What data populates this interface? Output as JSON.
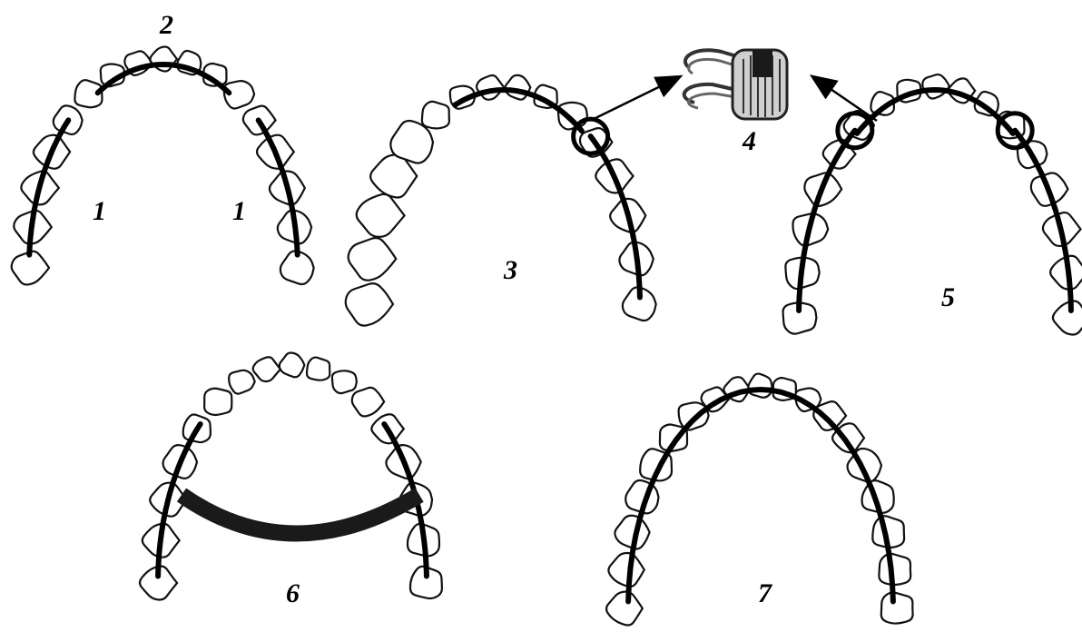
{
  "labels": {
    "wire_left": "1",
    "wire_right": "1",
    "wire_front": "2",
    "half_arch": "3",
    "clasp_detail": "4",
    "clasped_arch": "5",
    "bar_arch": "6",
    "full_arch": "7"
  },
  "icons": {
    "clasp": "clasp-icon"
  },
  "colors": {
    "wire": "#000000",
    "bar": "#1a1a1a",
    "tooth_outline": "#111111",
    "background": "#ffffff"
  }
}
